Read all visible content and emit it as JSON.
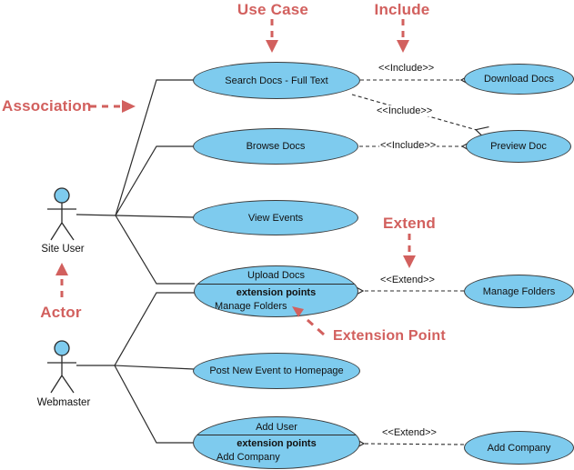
{
  "annotations": {
    "use_case": "Use Case",
    "include": "Include",
    "association": "Association",
    "extend": "Extend",
    "actor": "Actor",
    "extension_point": "Extension Point"
  },
  "actors": [
    {
      "name": "Site User"
    },
    {
      "name": "Webmaster"
    }
  ],
  "use_cases": {
    "search_docs": {
      "label": "Search Docs - Full Text"
    },
    "browse_docs": {
      "label": "Browse Docs"
    },
    "view_events": {
      "label": "View Events"
    },
    "upload_docs": {
      "label": "Upload Docs",
      "compartment_title": "extension points",
      "extension_point": "Manage Folders"
    },
    "post_new_event": {
      "label": "Post New Event to Homepage"
    },
    "add_user": {
      "label": "Add User",
      "compartment_title": "extension points",
      "extension_point": "Add Company"
    },
    "download_docs": {
      "label": "Download Docs"
    },
    "preview_doc": {
      "label": "Preview Doc"
    },
    "manage_folders": {
      "label": "Manage Folders"
    },
    "add_company": {
      "label": "Add Company"
    }
  },
  "relationships": {
    "include_label": "<<Include>>",
    "extend_label": "<<Extend>>"
  },
  "colors": {
    "node_fill": "#7ECBEE",
    "node_border": "#3C3C3C",
    "connector": "#2B2B2B",
    "annotation_red": "#D2605E"
  }
}
